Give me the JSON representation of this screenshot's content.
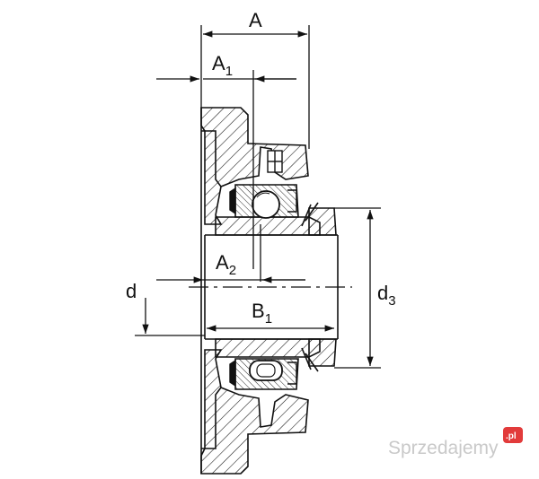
{
  "dimensions": {
    "A": {
      "main": "A",
      "sub": ""
    },
    "A1": {
      "main": "A",
      "sub": "1"
    },
    "A2": {
      "main": "A",
      "sub": "2"
    },
    "B1": {
      "main": "B",
      "sub": "1"
    },
    "d": {
      "main": "d",
      "sub": ""
    },
    "d3": {
      "main": "d",
      "sub": "3"
    }
  },
  "watermark": {
    "text": "Sprzedajemy",
    "badge": ".pl"
  },
  "colors": {
    "line": "#111111",
    "hatch": "#111111",
    "background": "#ffffff",
    "watermark": "#c9c9c9",
    "watermark_badge": "#e23b3b"
  }
}
